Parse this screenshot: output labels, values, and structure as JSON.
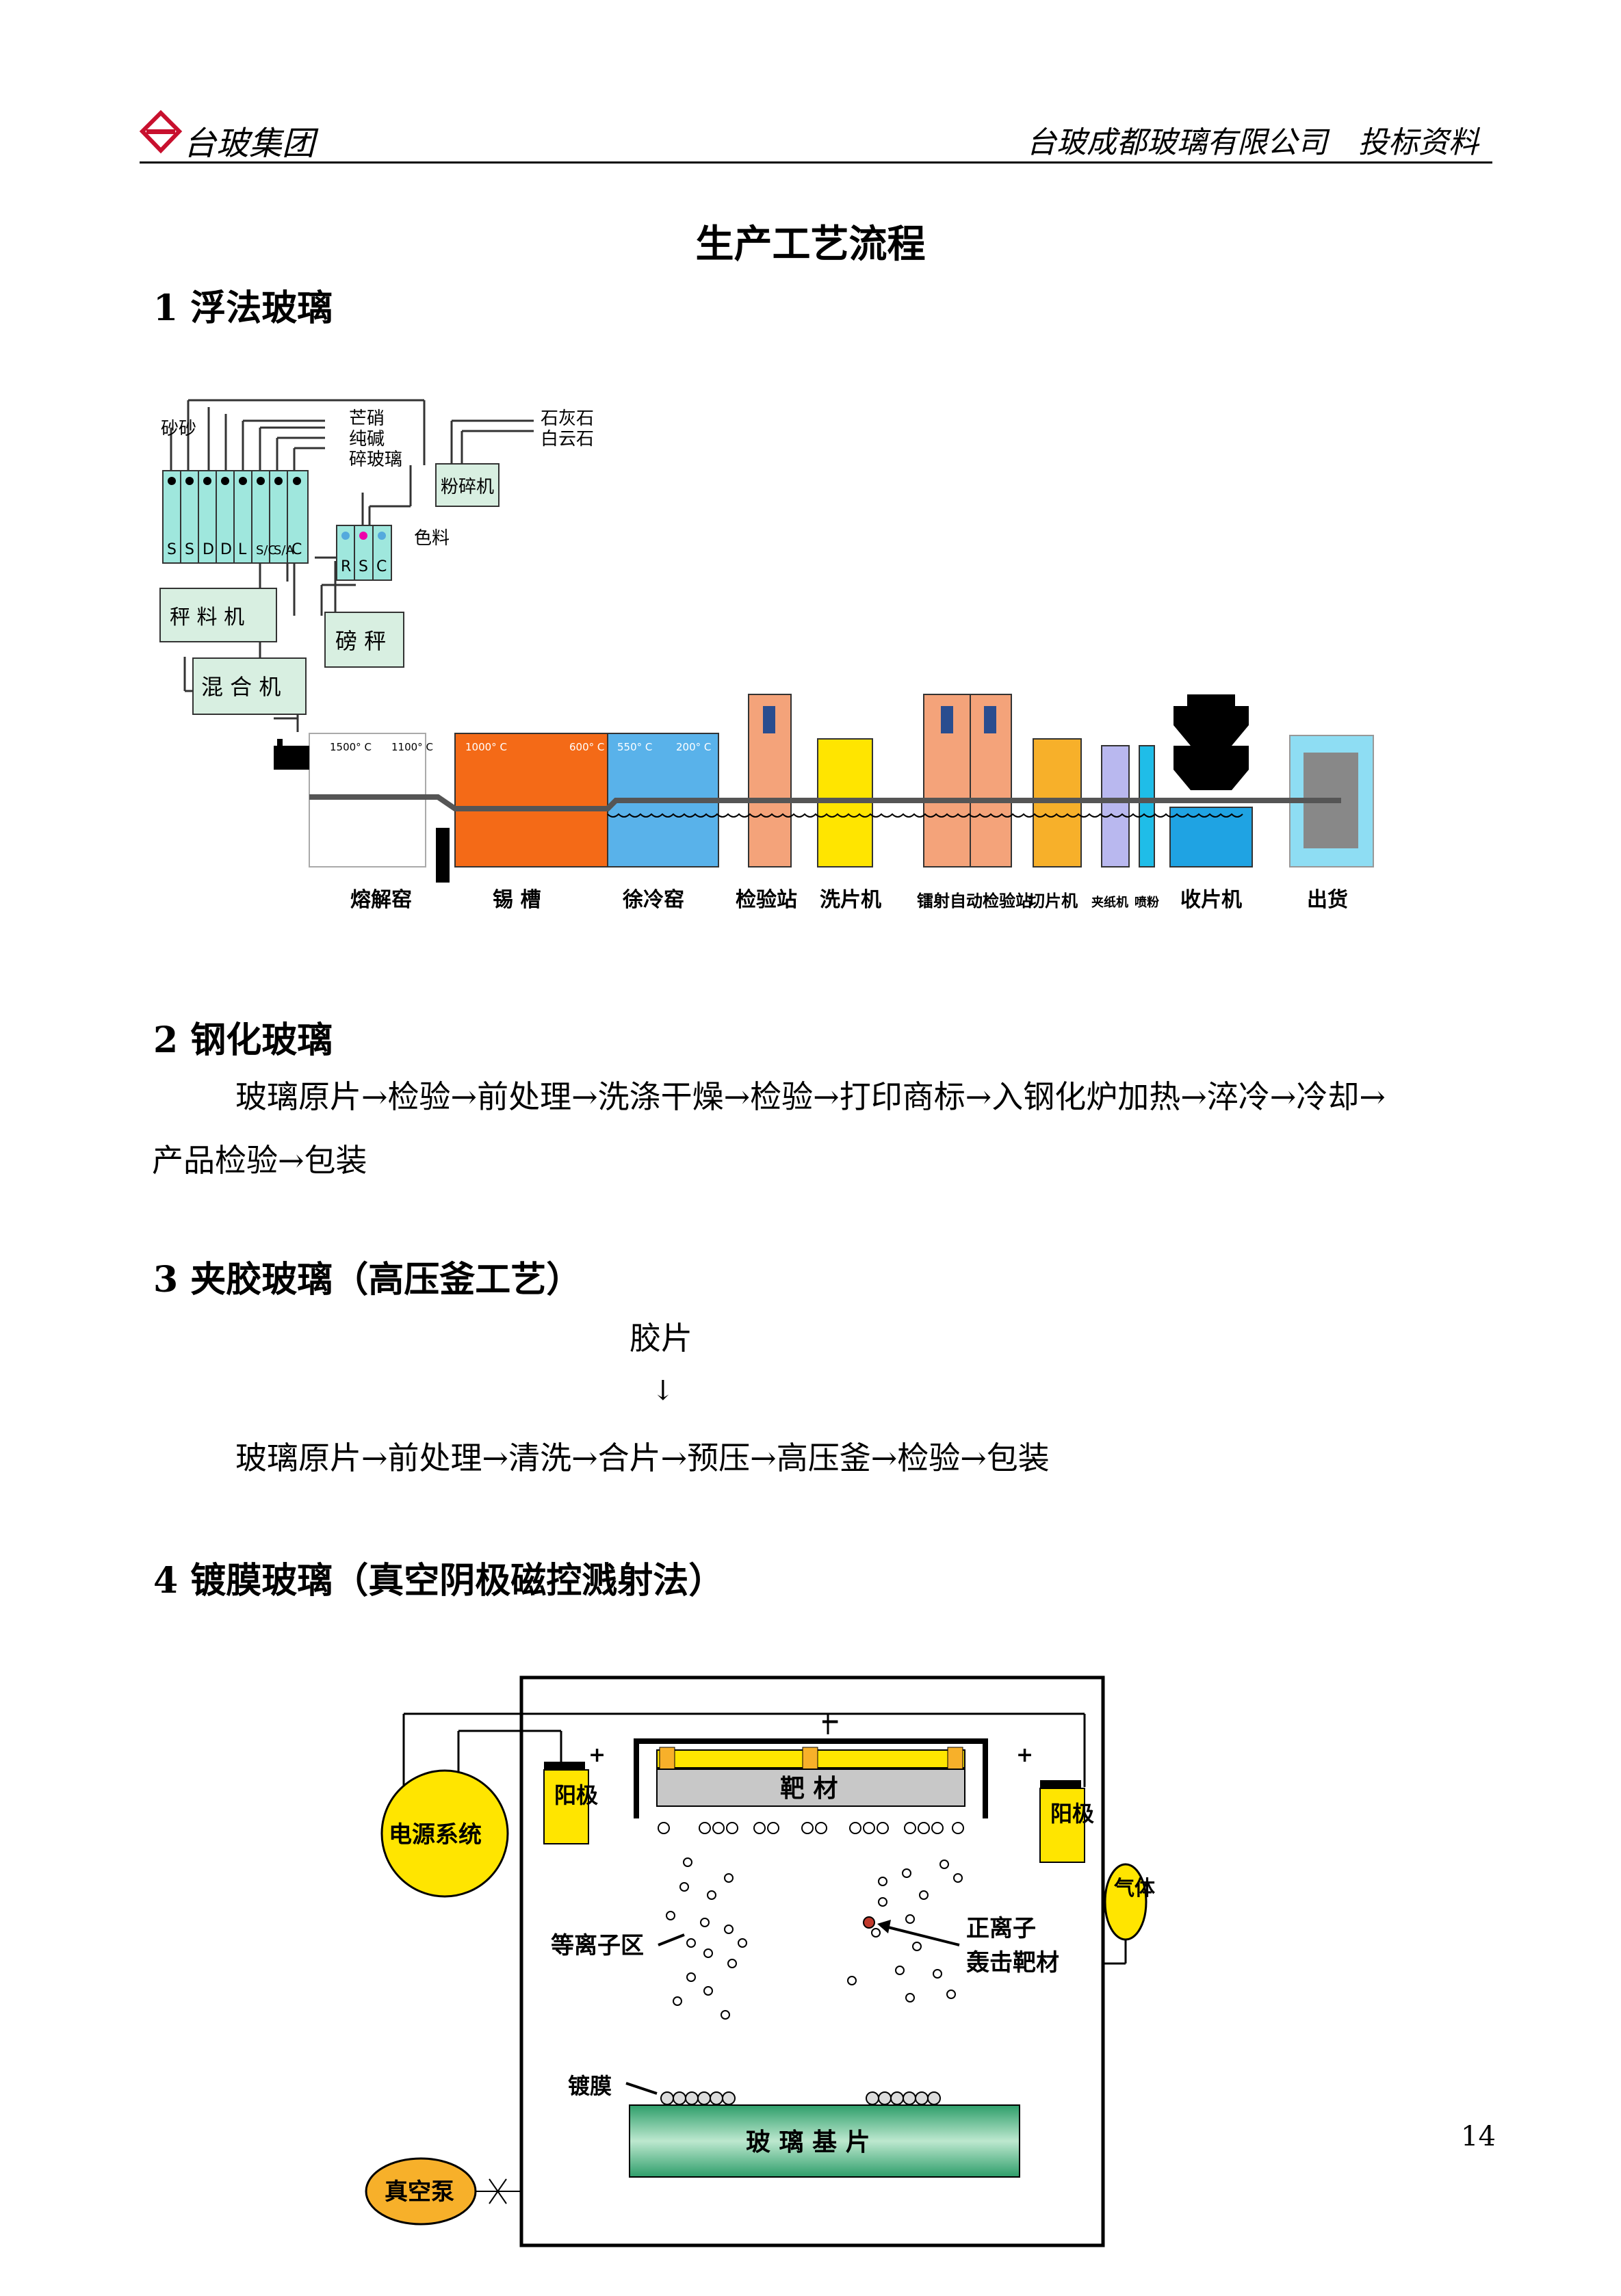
{
  "header": {
    "logo_text": "台玻集团",
    "company": "台玻成都玻璃有限公司",
    "doc_type": "投标资料"
  },
  "page_title": "生产工艺流程",
  "sections": [
    {
      "heading": "1  浮法玻璃"
    },
    {
      "heading": "2  钢化玻璃",
      "line1": "玻璃原片→检验→前处理→洗涤干燥→检验→打印商标→入钢化炉加热→淬冷→冷却→",
      "line2": "产品检验→包装"
    },
    {
      "heading": "3  夹胶玻璃（高压釜工艺）",
      "top_label": "胶片",
      "arrow": "↓",
      "line1": "玻璃原片→前处理→清洗→合片→预压→高压釜→检验→包装"
    },
    {
      "heading": "4  镀膜玻璃（真空阴极磁控溅射法）"
    }
  ],
  "float_diagram": {
    "raw_materials": [
      "砂砂",
      "芒硝",
      "纯碱",
      "碎玻璃",
      "石灰石",
      "白云石",
      "色料"
    ],
    "silo_letters": [
      "S",
      "S",
      "D",
      "D",
      "L",
      "S/C",
      "S/A",
      "C"
    ],
    "color_silos": [
      "R",
      "S",
      "C"
    ],
    "crusher": "粉碎机",
    "weigher": "秤 料 机",
    "scale": "磅 秤",
    "mixer": "混 合 机",
    "temps": {
      "melt1": "1500° C",
      "melt2": "1100° C",
      "tin1": "1000° C",
      "tin2": "600° C",
      "lehr1": "550° C",
      "lehr2": "200° C"
    },
    "stations": [
      "熔解窑",
      "锡 槽",
      "徐冷窑",
      "检验站",
      "洗片机",
      "镭射自动检验站",
      "切片机",
      "夹纸机",
      "喷粉",
      "收片机",
      "出货"
    ],
    "colors": {
      "tin": "#f46a17",
      "lehr": "#59b2ea",
      "inspect": "#f4a37a",
      "washer": "#ffe500",
      "cutter": "#f7b02a",
      "paper": "#b9b8ef",
      "powder": "#1fbde8",
      "stacker": "#1fa3e3",
      "silo": "#9fe7dd",
      "box": "#d8efe1"
    }
  },
  "coating_diagram": {
    "target": "靶 材",
    "anode": "阳极",
    "power": "电源系统",
    "gas": "气体",
    "plasma": "等离子区",
    "ion1": "正离子",
    "ion2": "轰击靶材",
    "film": "镀膜",
    "substrate": "玻 璃 基 片",
    "pump": "真空泵",
    "plus": "+",
    "minus": "−"
  },
  "page_number": "14"
}
